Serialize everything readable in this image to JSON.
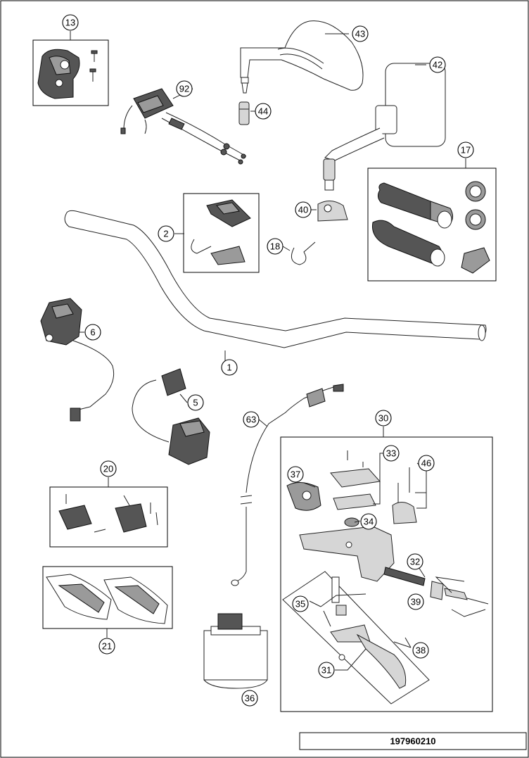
{
  "diagram": {
    "document_number": "197960210",
    "callouts": {
      "c1": "1",
      "c2": "2",
      "c5": "5",
      "c6": "6",
      "c13": "13",
      "c17": "17",
      "c18": "18",
      "c20": "20",
      "c21": "21",
      "c30": "30",
      "c31": "31",
      "c32": "32",
      "c33": "33",
      "c34": "34",
      "c35": "35",
      "c36": "36",
      "c37": "37",
      "c38": "38",
      "c39": "39",
      "c40": "40",
      "c42": "42",
      "c43": "43",
      "c44": "44",
      "c46": "46",
      "c63": "63",
      "c92": "92"
    }
  }
}
